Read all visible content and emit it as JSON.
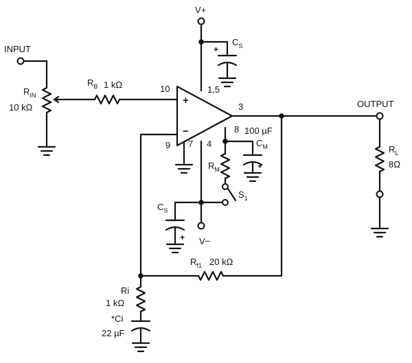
{
  "labels": {
    "vplus": "V+",
    "vminus": "V−",
    "input": "INPUT",
    "output": "OUTPUT",
    "rin_main": "R",
    "rin_sub": "IN",
    "rin_value": "10 kΩ",
    "rb_main": "R",
    "rb_sub": "B",
    "rb_value": "1 kΩ",
    "cs_top_main": "C",
    "cs_top_sub": "S",
    "cs_bot_main": "C",
    "cs_bot_sub": "S",
    "cm_value": "100 µF",
    "cm_main": "C",
    "cm_sub": "M",
    "rm_main": "R",
    "rm_sub": "M",
    "s1_main": "S",
    "s1_sub": "1",
    "rl_main": "R",
    "rl_sub": "L",
    "rl_value": "8Ω",
    "rf1_main": "R",
    "rf1_sub": "f1",
    "rf1_value": "20 kΩ",
    "ri_label": "Ri",
    "ri_value": "1 kΩ",
    "ci_label": "*Ci",
    "ci_value": "22 µF"
  },
  "pins": {
    "noninv": "10",
    "inv": "9",
    "supply": "1,5",
    "out": "3",
    "gnd": "7",
    "vminus": "4",
    "bypass": "8"
  },
  "signs": {
    "plus": "+",
    "minus": "−",
    "cap_plus": "+"
  }
}
